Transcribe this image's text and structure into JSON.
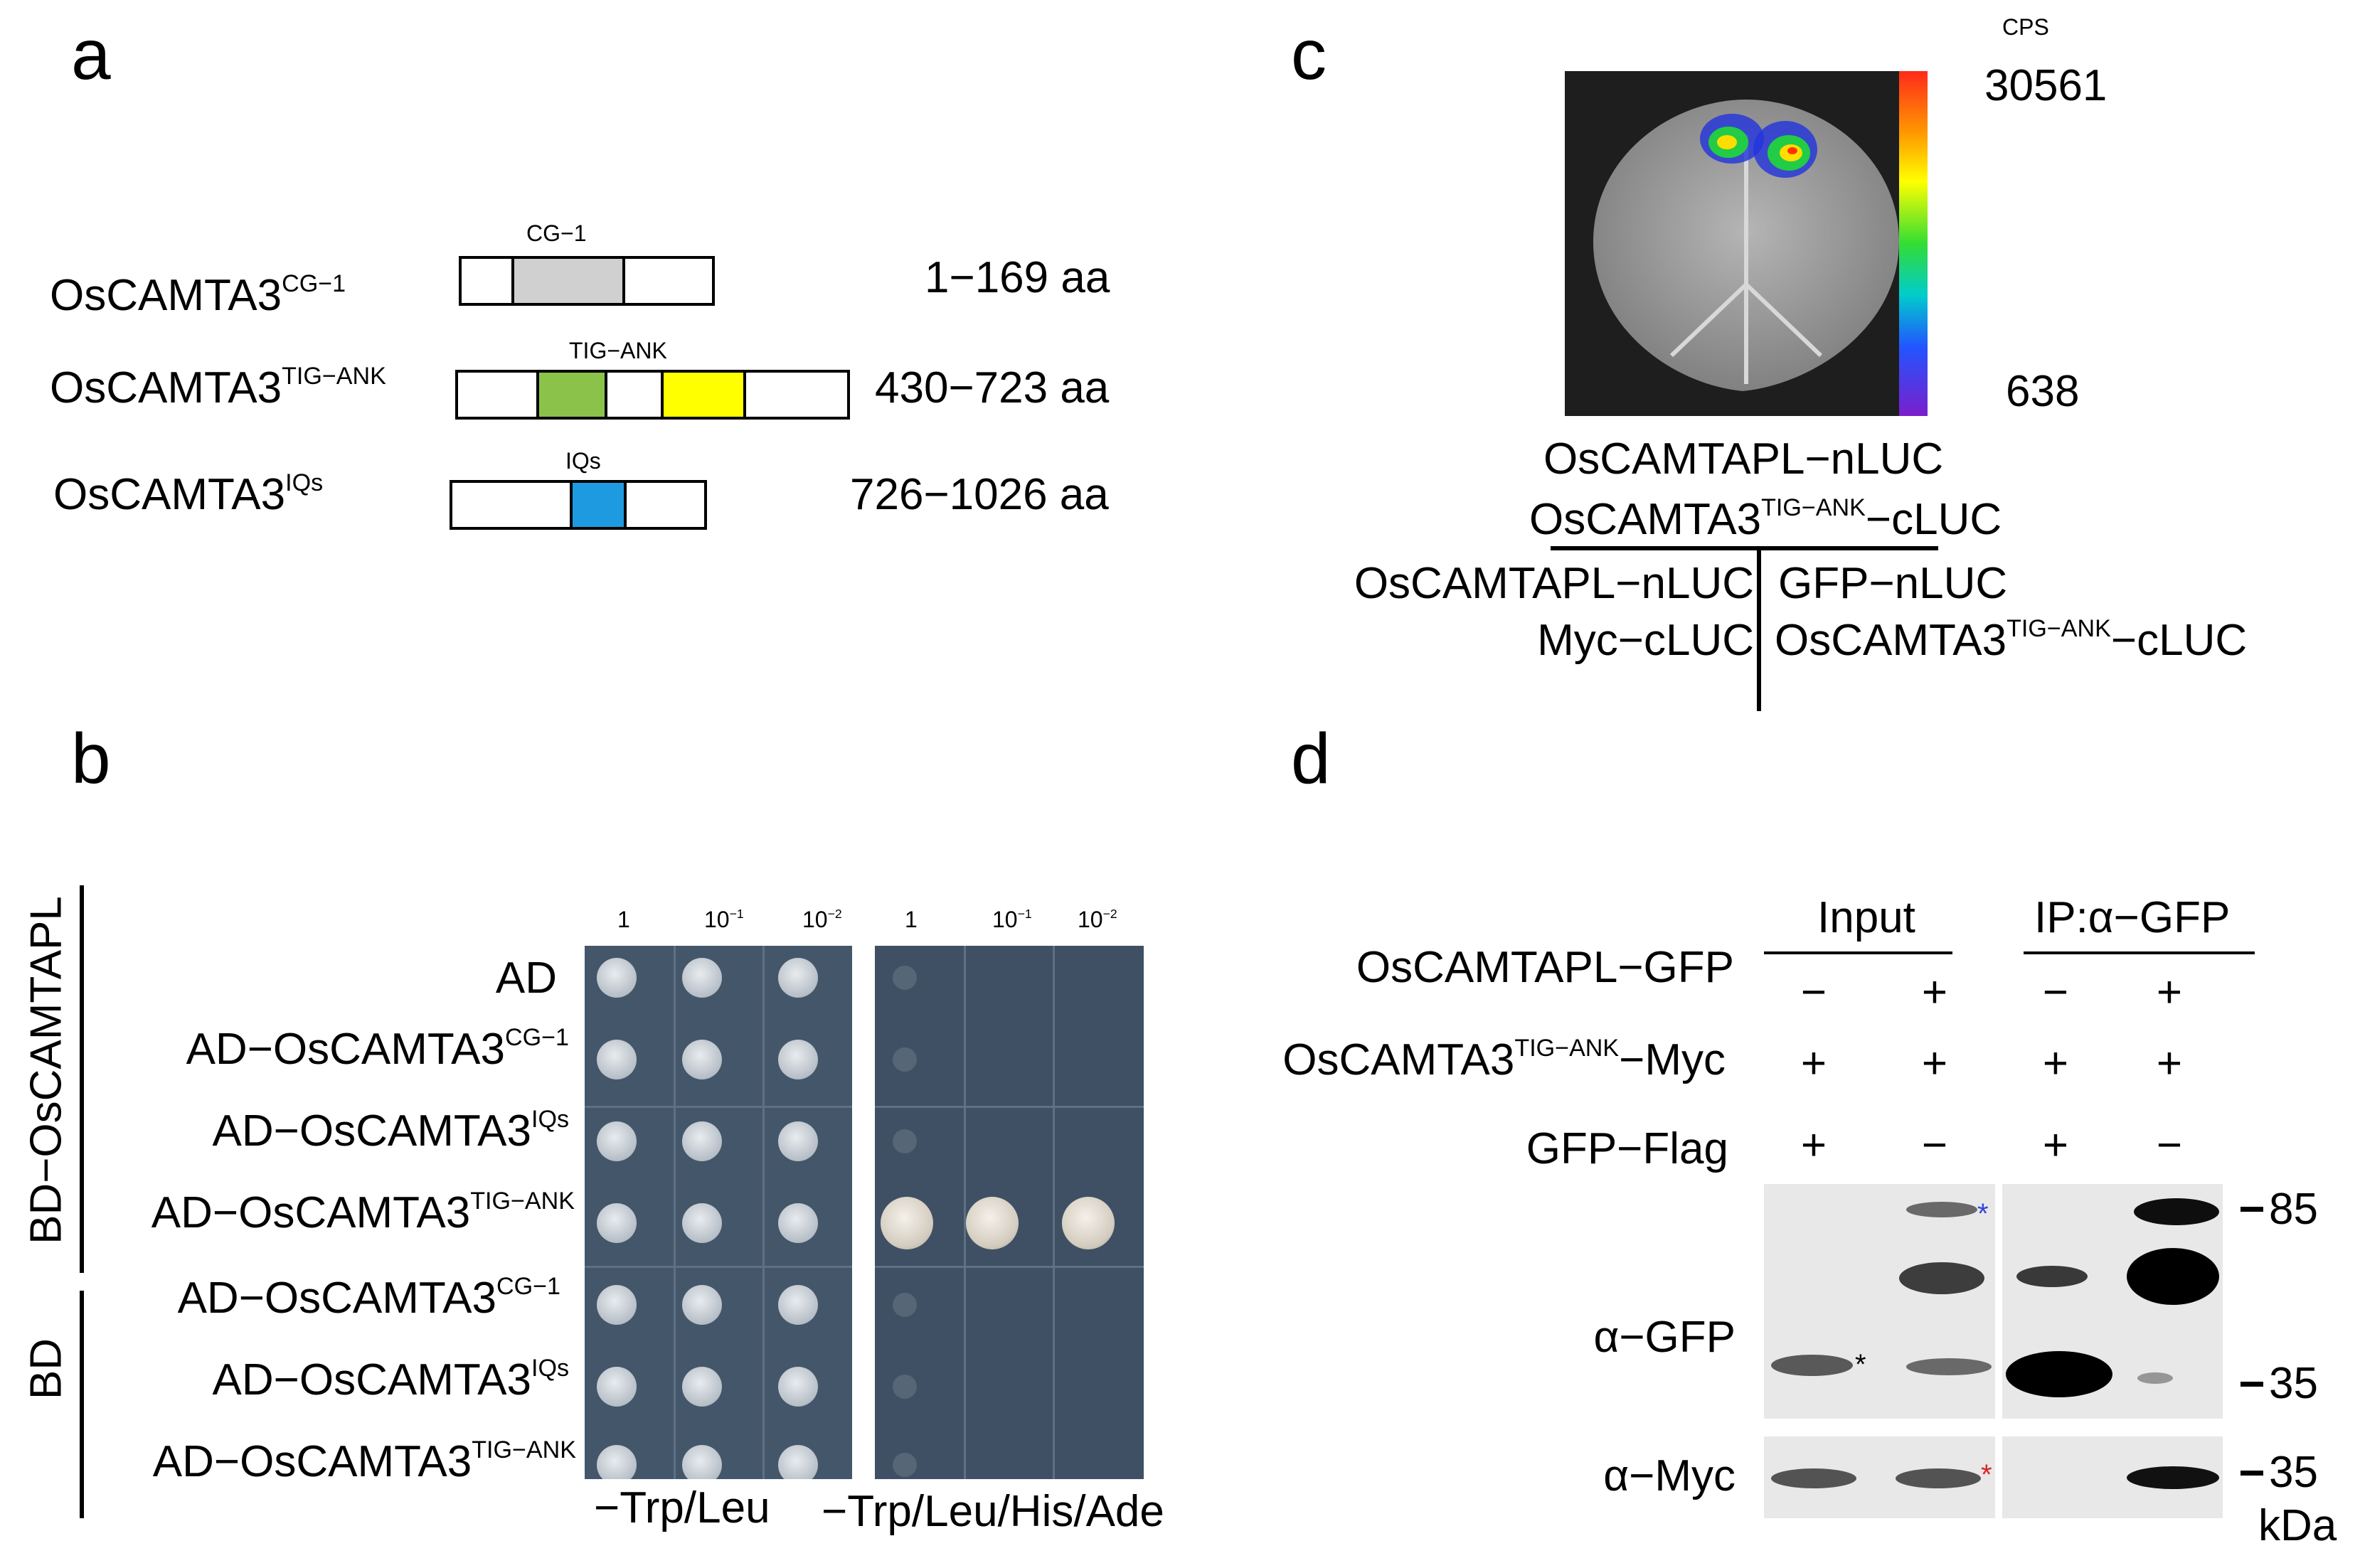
{
  "panels": {
    "a": {
      "letter": "a",
      "rows": [
        {
          "name": "OsCAMTA3",
          "sup": "CG−1",
          "domain_label": "CG−1",
          "range": "1−169 aa",
          "domain_colors": [
            "#d0d0d0"
          ]
        },
        {
          "name": "OsCAMTA3",
          "sup": "TIG−ANK",
          "domain_label": "TIG−ANK",
          "range": "430−723 aa",
          "domain_colors": [
            "#8bc34a",
            "#ffff00"
          ]
        },
        {
          "name": "OsCAMTA3",
          "sup": "IQs",
          "domain_label": "IQs",
          "range": "726−1026 aa",
          "domain_colors": [
            "#1e9be0"
          ]
        }
      ]
    },
    "b": {
      "letter": "b",
      "group_bd_oscamtapl": "BD−OsCAMTAPL",
      "group_bd": "BD",
      "dilutions": [
        {
          "base": "1",
          "exp": ""
        },
        {
          "base": "10",
          "exp": "−1"
        },
        {
          "base": "10",
          "exp": "−2"
        }
      ],
      "rows": [
        {
          "name": "AD",
          "sup": ""
        },
        {
          "name": "AD−OsCAMTA3",
          "sup": "CG−1"
        },
        {
          "name": "AD−OsCAMTA3",
          "sup": "IQs"
        },
        {
          "name": "AD−OsCAMTA3",
          "sup": "TIG−ANK"
        },
        {
          "name": "AD−OsCAMTA3",
          "sup": "CG−1"
        },
        {
          "name": "AD−OsCAMTA3",
          "sup": "IQs"
        },
        {
          "name": "AD−OsCAMTA3",
          "sup": "TIG−ANK"
        }
      ],
      "media": [
        "−Trp/Leu",
        "−Trp/Leu/His/Ade"
      ],
      "growth_selective": [
        false,
        false,
        false,
        true,
        false,
        false,
        false
      ]
    },
    "c": {
      "letter": "c",
      "scale_unit": "CPS",
      "scale_max": "30561",
      "scale_min": "638",
      "top_line1": "OsCAMTAPL−nLUC",
      "top_line2_name": "OsCAMTA3",
      "top_line2_sup": "TIG−ANK",
      "top_line2_suffix": "−cLUC",
      "left_line1": "OsCAMTAPL−nLUC",
      "left_line2": "Myc−cLUC",
      "right_line1": "GFP−nLUC",
      "right_line2_name": "OsCAMTA3",
      "right_line2_sup": "TIG−ANK",
      "right_line2_suffix": "−cLUC"
    },
    "d": {
      "letter": "d",
      "input_label": "Input",
      "ip_label": "IP:α−GFP",
      "conditions": [
        {
          "name": "OsCAMTAPL−GFP",
          "sup": "",
          "suffix": "",
          "signs": [
            "−",
            "+",
            "−",
            "+"
          ]
        },
        {
          "name": "OsCAMTA3",
          "sup": "TIG−ANK",
          "suffix": "−Myc",
          "signs": [
            "+",
            "+",
            "+",
            "+"
          ]
        },
        {
          "name": "GFP−Flag",
          "sup": "",
          "suffix": "",
          "signs": [
            "+",
            "−",
            "+",
            "−"
          ]
        }
      ],
      "antibodies": [
        "α−GFP",
        "α−Myc"
      ],
      "markers": [
        "85",
        "35",
        "35"
      ],
      "unit": "kDa",
      "asterisk": "*",
      "asterisk_colors": [
        "#3344dd",
        "#000000",
        "#dd2222"
      ]
    }
  }
}
